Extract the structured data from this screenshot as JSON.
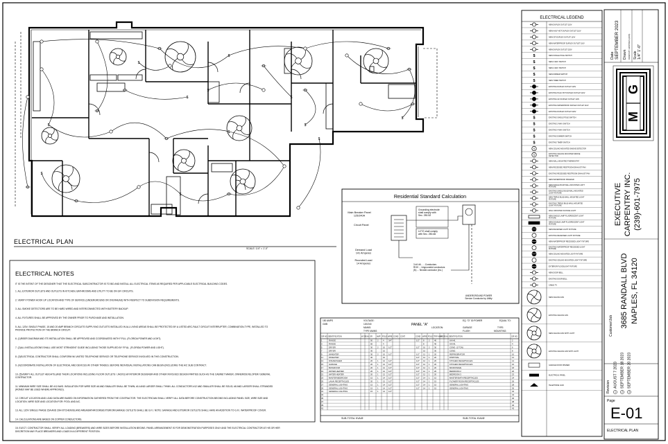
{
  "plan": {
    "title": "ELECTRICAL PLAN",
    "scale": "SCALE: 1/4\" = 1'-0\""
  },
  "notes": {
    "title": "ELECTRICAL NOTES",
    "intro": "IT IS THE INTENT OF THE DESIGNER THAT THE ELECTRICAL SUBCONTRACTOR IS TO BID AND INSTALL ALL ELECTRICAL ITEMS AS REQUIRED PER APPLICABLE ELECTRICAL BUILDING CODES.",
    "items": [
      "1.   ALL EXTERIOR OUTLETS AND OUTLETS IN KITCHEN, BATHROOMS AND UTILITY TO BE ON GFI CIRCUITS.",
      "2.   VERIFY POWER HOOK UP LOCATION AND TYPE OF SERVICE (UNDERGROUND OR OVERHEAD) WITH RESPECT TO SUBDIVISION REQUIREMENTS.",
      "3.   ALL SMOKE DETECTORS ARE TO BE HARD WIRED AND INTERCONNECTED WITH BATTERY BACKUP.",
      "4.   ALL FIXTURES SHALL BE APPROVED BY THE OWNER PRIOR TO PURCHASE AND INSTALLATION.",
      "5.   ALL 120V, SINGLE PHASE, 15 AND 20 AMP BRANCH CIRCUITS SUPPLYING OUTLETS INSTALLED IN ALL LIVING AREAS SHALL BE PROTECTED BY A LISTED ARC-FAULT CIRCUIT INTERRUPTER, COMBINATION-TYPE, INSTALLED TO PROVIDE PROTECTION OF THE BRANCH CIRCUIT.",
      "6.   (1)RISER DIAGRAM AND ITS INSTALLATION SHALL BE APPROVED AND COORDINATED WITH F.P.&L. (FLORIDA POWER AND LIGHT).",
      "7.   (2)ALL INSTALLATIONS SHALL USE MOST STRINGENT GUIDE INCLUDING THOSE SUPPLIED BY F.P.&L. (FLORIDA POWER AND LIGHT).",
      "8.   (3)ELECTRICAL CONTRACTOR SHALL CONFORM W/ UNITED TELEPHONE SERVICE OR TELEPHONE SERVICE INVOLVED IN THIS CONSTRUCTION.",
      "9.   (4)COORDINATE INSTALLATION OF ELECTRICAL AND DEVICES W/ OTHER TRADES. BEFORE INDIVIDUAL INSTALLATIONS CAN BEGIN (INCLUDING THE A/C SUB CONTRACT.",
      "10.  (5)VERIFY ALL OUTLET HEIGHTS (AND THEIR LOCATIONS INCLUDING FLOOR OUTLETS / JACKS) W/ INTERIOR DESIGNER AND OTHER INVOLVED DESIGN PARTIES SUCH AS THE CABINET MAKER, OWNER/DEVELOPER/ GENERAL CONTRACTOR.",
      "11.  MINIMUM WIRE SIZE SHALL BE #12 AWG. INSULATION FOR WIRE SIZE #6 AND SMALLER SHALL BE THWN; #14 AND LARGER SHALL THWN. ALL CONDUCTORS #12 AND SMALLER SHALL BE SOLID; #8 AND LARGER SHALL STRANDED (ROMEX MAY BE USED WHERE APPROVED).",
      "12.  CIRCUIT LOCATION AND LOAD DATA ARE BASED ON INFORMATION GATHERED FROM THE CONTRACTOR. THE ELECTRICIAN SHALL VERIFY ALL DATA BEFORE CONSTRUCTION BEGINS INCLUDING PANEL SIZE, WIRE SIZE AND LOCATION, WIRE SIZE AND LOCATION FOR: POOL AND A/C.",
      "13.  ALL 120V SINGLE PHASE 15A AND 20A KITCHEN/ISLAND AREA/BATHROOMS/EXTERIOR/GARAGE OUTLETS SHALL BE G.F.I. NOTE: GARAGE AND EXTERIOR OUTLETS SHALL HAVE AN ADDITION TO G.F.I. WATERPROOF COVER.",
      "14.  CALCULATIONS ARE BASED ON COPPER CONDUCTORS.",
      "15.  ELECT. CONTRACTOR SHALL VERIFY ALL LOADING (BREAKERS) AND WIRE SIZES BEFORE INSTALLATION BEGINS. PANEL ARRANGEMENT IS FOR DEMONSTRATION PURPOSES ONLY AND THE ELECTRICAL CONTRACTOR AT HIS OR HER DISCRETION MAY PLACE BREAKERS AND LOADS IN A DIFFERENT POSITION."
    ]
  },
  "calc": {
    "title": "Residential Standard Calculation",
    "main_breaker": "Main Breaker Panel\n125/240A",
    "circuit_panel": "Circuit Panel",
    "grounding": "Grounding electrode\nshall comply with\nSec. 250-52",
    "ufer": "U.F.E shall comply\nwith Sec. 250-66",
    "demand": "Demand Load\n141 Amperes",
    "rounded": "Rounded Load\n14 Amperes",
    "conductors": "3    #4   #6   ..   ...Conductors\nRHH  ...  Ungrounded conductors\n(N)  ...  Neutral conductor (inc.)",
    "underground": "UNDERGROUND POWER\nService Conductor by Utility"
  },
  "panel": {
    "top_left_1": "150 AMPS",
    "top_left_2": "CMB",
    "voltage_label": "VOLTAGE:",
    "voltage": "120/240",
    "mains_label": "MAINS:",
    "title": "PANEL \"A\"",
    "type_mains": "TYPE MAINS:",
    "top_right": "EQ. \"D\" 30 POWER",
    "equal_to": "EQUAL TO:",
    "location": "LOCATION:",
    "location_val": "GARAGE",
    "type_label": "TYPE:",
    "flush": "FLUSH",
    "mounting": "MOUNTING:",
    "headers_left": [
      "CIR NO.",
      "IDENTIFICATION",
      "W OR VA",
      "L",
      "OR",
      "AMP",
      "POLE",
      "WIRE",
      "COND",
      "CONT"
    ],
    "headers_right": [
      "COND",
      "WIRE",
      "POLE",
      "TRIP AMPS",
      "W OR VA",
      "L",
      "IDENTIFICATION",
      "CIR NO."
    ],
    "left_rows": [
      [
        "1",
        "RANGE",
        "",
        "50",
        "2",
        "4",
        "3/4\""
      ],
      [
        "3",
        "RANGE",
        "",
        "50",
        "",
        "4",
        ""
      ],
      [
        "5",
        "DRYER",
        "",
        "30",
        "2",
        "10",
        "1/2\""
      ],
      [
        "7",
        "DRYER",
        "",
        "30",
        "",
        "10",
        ""
      ],
      [
        "9",
        "W/HEATER",
        "",
        "30",
        "2",
        "10",
        "1/2\""
      ],
      [
        "11",
        "W/HEATER",
        "",
        "30",
        "",
        "10",
        ""
      ],
      [
        "13",
        "DISHWASHER",
        "",
        "20",
        "1",
        "12",
        "1/2\""
      ],
      [
        "15",
        "GARAGE",
        "",
        "20",
        "1",
        "12",
        "1/2\""
      ],
      [
        "17",
        "BATHROOM",
        "",
        "20",
        "1",
        "12",
        "1/2\""
      ],
      [
        "19",
        "WATER HEATER",
        "",
        "20",
        "1",
        "12",
        "1/2\""
      ],
      [
        "21",
        "WATER HEATER",
        "",
        "20",
        "1",
        "12",
        "1/2\""
      ],
      [
        "23",
        "MASTER BEDROOM",
        "",
        "15",
        "1",
        "14",
        "1/2\""
      ],
      [
        "25",
        "LANAI RECEPTACLES",
        "",
        "20",
        "1",
        "12",
        "1/2\""
      ],
      [
        "27",
        "GENERAL LIGHTING",
        "",
        "15",
        "1",
        "14",
        "1/2\""
      ],
      [
        "29",
        "GENERAL LIGHTING",
        "",
        "15",
        "1",
        "14",
        "1/2\""
      ],
      [
        "31",
        "GENERAL LIGHTING",
        "",
        "15",
        "1",
        "14",
        "1/2\""
      ],
      [
        "33",
        "",
        "",
        "",
        "",
        "",
        ""
      ],
      [
        "35",
        "",
        "",
        "",
        "",
        "",
        ""
      ],
      [
        "37",
        "",
        "",
        "",
        "",
        "",
        ""
      ],
      [
        "39",
        "",
        "",
        "",
        "",
        "",
        ""
      ],
      [
        "41",
        "",
        "",
        "",
        "",
        "",
        ""
      ]
    ],
    "right_rows": [
      [
        "1/2\"",
        "8",
        "2",
        "40",
        "",
        "A/H #1",
        "2"
      ],
      [
        "",
        "8",
        "",
        "40",
        "",
        "A/H #1",
        "4"
      ],
      [
        "1/2\"",
        "10",
        "2",
        "30",
        "",
        "COND. (2 TON)",
        "6"
      ],
      [
        "",
        "10",
        "",
        "30",
        "",
        "COND.",
        "8"
      ],
      [
        "1/2\"",
        "12",
        "1",
        "20",
        "",
        "REFRIGERATOR",
        "10"
      ],
      [
        "1/2\"",
        "12",
        "1",
        "20",
        "",
        "DISPOSAL",
        "12"
      ],
      [
        "1/2\"",
        "12",
        "1",
        "20",
        "",
        "KITCHEN RECEPTACLES",
        "14"
      ],
      [
        "1/2\"",
        "12",
        "1",
        "20",
        "",
        "KITCHEN RECEPTACLES",
        "16"
      ],
      [
        "1/2\"",
        "12",
        "1",
        "20",
        "",
        "MICROWAVE",
        "18"
      ],
      [
        "1/2\"",
        "12",
        "1",
        "20",
        "",
        "BEDROOM 2",
        "20"
      ],
      [
        "1/2\"",
        "12",
        "1",
        "20",
        "",
        "BEDROOM 3",
        "22"
      ],
      [
        "1/2\"",
        "14",
        "1",
        "15",
        "",
        "MASTER BATH RECEPTACLES",
        "24"
      ],
      [
        "1/2\"",
        "14",
        "1",
        "15",
        "",
        "FLOWER ROOM RECEPTACLES",
        "26"
      ],
      [
        "1/2\"",
        "14",
        "1",
        "15",
        "",
        "GENERAL LIGHTING",
        "28"
      ],
      [
        "1/2\"",
        "14",
        "1",
        "15",
        "",
        "GENERAL LIGHTING",
        "30"
      ],
      [
        "",
        "",
        "",
        "",
        "",
        "",
        "32"
      ],
      [
        "",
        "",
        "",
        "",
        "",
        "",
        "34"
      ],
      [
        "",
        "",
        "",
        "",
        "",
        "",
        "36"
      ],
      [
        "",
        "",
        "",
        "",
        "",
        "",
        "38"
      ],
      [
        "",
        "",
        "",
        "",
        "",
        "",
        "40"
      ],
      [
        "",
        "",
        "",
        "",
        "",
        "",
        "42"
      ]
    ],
    "subtotal_left": "SUB-TOTAL KVA/Ø",
    "subtotal_right": "SUB-TOTAL KVA/Ø"
  },
  "legend": {
    "title": "ELECTRICAL LEGEND",
    "items": [
      "NEW DUPLEX OUTLET 110V",
      "NEW HALF-HOT DUPLEX OUTLET 110V",
      "NEW GFI DUPLEX OUTLET 110V",
      "NEW WATERPROOF DUPLEX OUTLET 110V",
      "NEW DUPLEX OUTLET 220V",
      "NEW SINGLE POLE SWITCH",
      "NEW 3-WAY SWITCH",
      "NEW 4-WAY SWITCH",
      "NEW DIMMER SWITCH",
      "NEW TIMER SWITCH",
      "EXISTING DUPLEX OUTLET 110V",
      "EXISTING HALF-HOT DUPLEX OUTLET 110V",
      "EXISTING GFI DUPLEX OUTLET 110V",
      "EXISTING WATERPROOF DUPLEX OUTLET 110V",
      "EXISTING DUPLEX OUTLET 220V",
      "EXISTING SINGLE POLE SWITCH",
      "EXISTING 3-WAY SWITCH",
      "EXISTING 4-WAY SWITCH",
      "EXISTING DIMMER SWITCH",
      "EXISTING TIMER SWITCH",
      "NEW CEILING MOUNTED SMOKE DETECTOR",
      "EXISTING CEILING MOUNTED SMOKE DETECTOR",
      "NEW WALL MOUNTED THERMOSTAT",
      "NEW RECESSED RESTROOM EXHAUST FAN",
      "EXISTING RECESSED RESTROOM EXHAUST FAN",
      "NEW WATERPROOF SPEAKER",
      "NEW SINGLE BULB WALL-MOUNTED LIGHT FIXTURE",
      "EXISTING SINGLE BULB WALL-MOUNTED LIGHT FIXTURE",
      "NEW TRIPLE BULB WALL-MOUNTED LIGHT FIXTURE",
      "EXISTING TRIPLE BULB WALL-MOUNTED LIGHT FIXTURE",
      "WALL MOUNTED SCONCE LIGHT",
      "NEW SINGLE LAMP FLUORESCENT LIGHT FIXTURE",
      "NEW DOUBLE LAMP FLUORESCENT LIGHT FIXTURE",
      "NEW RECESSED LIGHT FIXTURE",
      "EXISTING RECESSED LIGHT FIXTURE",
      "NEW WATERPROOF RECESSED LIGHT FIXTURE",
      "EXISTING WATERPROOF RECESSED LIGHT FIXTURE",
      "NEW CEILING MOUNTED LIGHT FIXTURE",
      "EXISTING CEILING MOUNTED LIGHT FIXTURE",
      "EXTERIOR FLOODLIGHT FIXTURE",
      "NEW DOOR BELL",
      "EXISTING DOOR BELL",
      "CABLE TV",
      "NEW CEILING FAN",
      "EXISTING CEILING FAN",
      "NEW CEILING FAN WITH LIGHT",
      "EXISTING CEILING FAN WITH LIGHT",
      "GARAGE DOOR OPENER",
      "ELECTRICAL PANEL",
      "TELEPHONE JACK"
    ]
  },
  "titleblock": {
    "company_line1": "EXECUTIVE",
    "company_line2": "CARPENTRY INC.",
    "phone": "(239)-601-7975",
    "address_line1": "3685 RANDALL BLVD",
    "address_line2": "NAPLES, FL 34120",
    "customer_job": "Customer/Job",
    "date_label": "Date",
    "date": "SEPTEMBER 2023",
    "drawn_label": "Drawn",
    "drawn": "DRAWN BY: ARISTIDES (ARIS)",
    "scale_label": "Scale",
    "scale": "1/4\" 1'-0\"",
    "logo_letters": [
      "M",
      "G"
    ],
    "revision_label": "Revision",
    "revisions": [
      "AUGUST 7 2023",
      "SEPTEMBER 18 2023",
      "SEPTEMBER 20 2023"
    ],
    "page_label": "Page",
    "page": "E-01",
    "sheet_name": "ELECTRICAL PLAN"
  }
}
